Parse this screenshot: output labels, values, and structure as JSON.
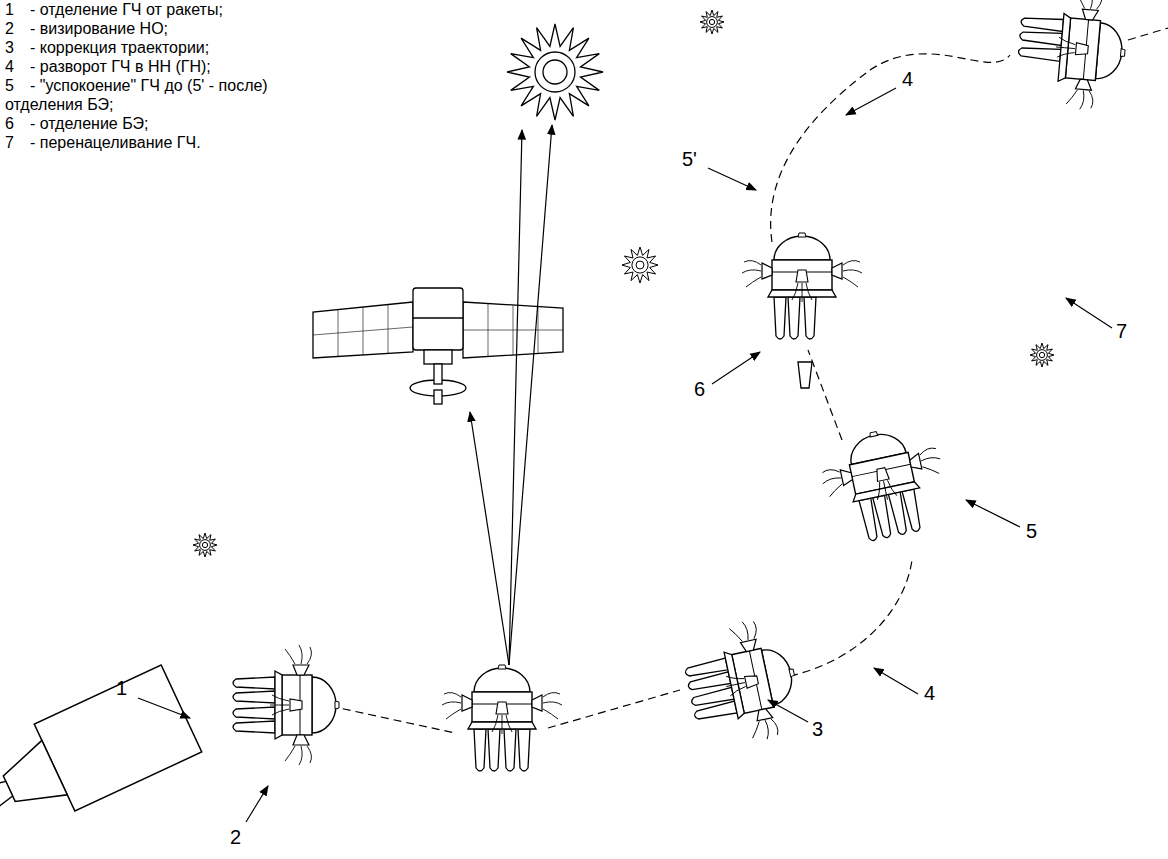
{
  "diagram": {
    "labels": [
      "1",
      "- отделение ГЧ от ракеты;",
      "2",
      "- визирование НО;",
      "3",
      "- коррекция траектории;",
      "4",
      "- разворот ГЧ в НН (ГН);",
      "5",
      "- \"успокоение\" ГЧ до (5' - после) отделения БЭ;",
      "6",
      "- отделение БЭ;",
      "7",
      "- перенацеливание ГЧ.",
      "1",
      "2",
      "3",
      "4",
      "4",
      "5",
      "5'",
      "6",
      "7"
    ]
  }
}
